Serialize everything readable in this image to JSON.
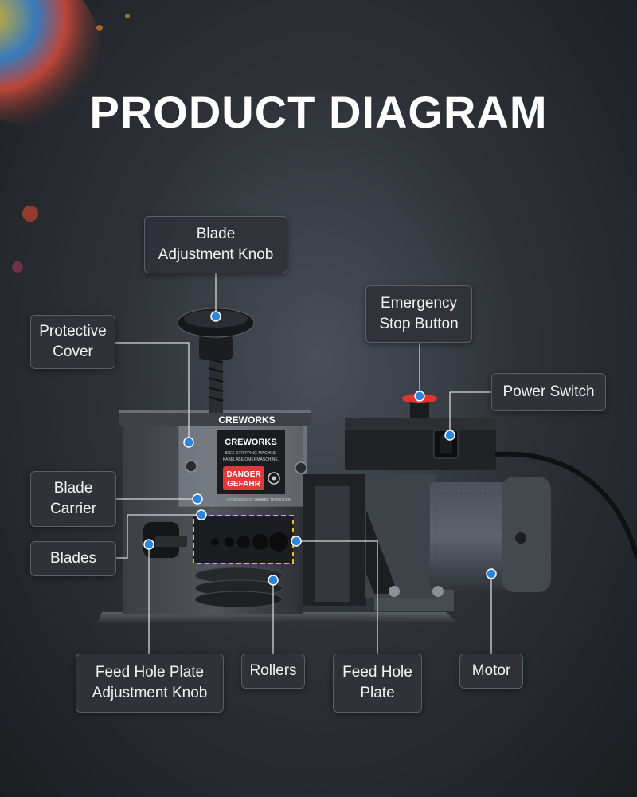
{
  "title": "PRODUCT DIAGRAM",
  "brand": {
    "top_label": "CREWORKS",
    "panel_label": "CREWORKS",
    "panel_subtitle_1": "80EE STRIPPING MACHINE",
    "panel_subtitle_2": "KABELABE OMERMASCHINE.",
    "warning_line_1": "DANGER",
    "warning_line_2": "GEFAHR",
    "footer_left": "HOORSOLOOK GAFAR",
    "footer_right": "HANGE TEMNODEN"
  },
  "callouts": {
    "blade_adjustment_knob": [
      "Blade",
      "Adjustment Knob"
    ],
    "protective_cover": [
      "Protective",
      "Cover"
    ],
    "emergency_stop_button": [
      "Emergency",
      "Stop Button"
    ],
    "power_switch": [
      "Power Switch"
    ],
    "blade_carrier": [
      "Blade",
      "Carrier"
    ],
    "blades": [
      "Blades"
    ],
    "feed_hole_plate_adjustment_knob": [
      "Feed Hole Plate",
      "Adjustment Knob"
    ],
    "rollers": [
      "Rollers"
    ],
    "feed_hole_plate": [
      "Feed Hole",
      "Plate"
    ],
    "motor": [
      "Motor"
    ]
  },
  "colors": {
    "marker": "#2b86e0",
    "leader": "#d8d8d8",
    "stop_button": "#e5322d",
    "warning": "#e0393a",
    "plate_yellow": "#e6c021"
  }
}
